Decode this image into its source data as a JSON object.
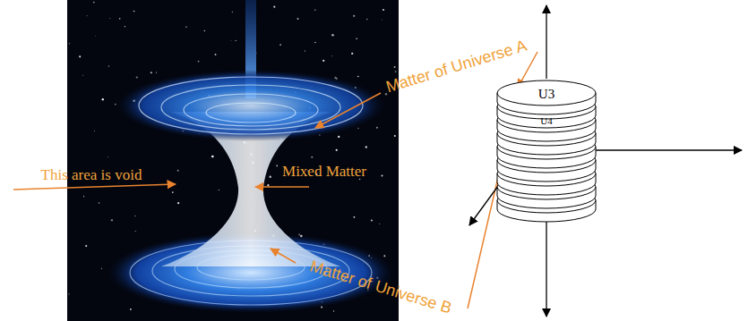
{
  "diagram": {
    "nodes": [
      {
        "text": [
          "U3"
        ]
      },
      {
        "text": [
          "U4"
        ]
      }
    ],
    "labels": [
      "Matter of Universe A",
      "This area is void",
      "Mixed Matter",
      "Matter of Universe B"
    ]
  }
}
